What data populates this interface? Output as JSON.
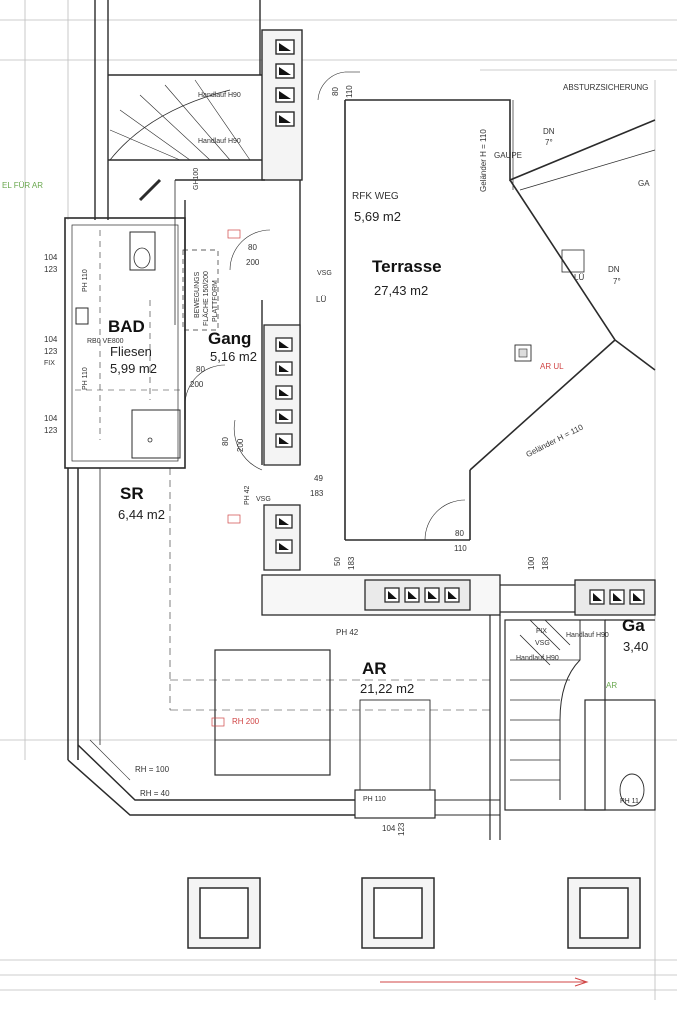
{
  "rooms": {
    "bad": {
      "name": "BAD",
      "finish": "Fliesen",
      "area": "5,99 m2"
    },
    "gang": {
      "name": "Gang",
      "area": "5,16 m2"
    },
    "sr": {
      "name": "SR",
      "area": "6,44 m2"
    },
    "terrasse": {
      "name": "Terrasse",
      "area": "27,43 m2"
    },
    "rfk": {
      "name": "RFK WEG",
      "area": "5,69 m2"
    },
    "ar": {
      "name": "AR",
      "area": "21,22 m2"
    },
    "ga": {
      "name": "Ga",
      "area": "3,40"
    }
  },
  "annotations": {
    "absturz": "ABSTURZSICHERUNG",
    "gaupe": "GAUPE",
    "dn1": "DN",
    "dn1_deg": "7°",
    "dn2": "DN",
    "dn2_deg": "7°",
    "ga_cut": "GA",
    "gelaender_top": "Geländer H = 110",
    "gelaender_diag": "Geländer H = 110",
    "handlauf_1": "Handlauf H90",
    "handlauf_2": "Handlauf H90",
    "handlauf_3": "Handlauf H90",
    "handlauf_4": "Handlauf H90",
    "gh100": "GH100",
    "bewegung_1": "BEWEGUNGS",
    "bewegung_2": "FLÄCHE 150/200",
    "bewegung_3": "PLATTFORM",
    "vsg_1": "VSG",
    "vsg_2": "VSG",
    "vsg_3": "VSG",
    "lu_1": "LÜ",
    "lu_2": "LÜ",
    "fix_1": "FIX",
    "fix_2": "FIX",
    "rb_ve": "RB0 VE800",
    "ph110_1": "PH 110",
    "ph110_2": "PH 110",
    "ph110_3": "PH 110",
    "ph110_4": "PH 11",
    "ph42_1": "PH 42",
    "ph42_2": "PH 42",
    "rh200": "RH 200",
    "rh100": "RH = 100",
    "rh40": "RH = 40",
    "ar_ul": "AR UL",
    "ar_small": "AR",
    "el_fur_ar": "EL FÜR AR"
  },
  "dimensions": {
    "d80_110_a": {
      "top": "80",
      "bottom": "110"
    },
    "d80_200_a": {
      "top": "80",
      "bottom": "200"
    },
    "d80_200_b": {
      "top": "80",
      "bottom": "200"
    },
    "d80_200_c": {
      "top": "80",
      "bottom": "200"
    },
    "d49_183": {
      "top": "49",
      "bottom": "183"
    },
    "d50_183": {
      "top": "50",
      "bottom": "183"
    },
    "d80_110_b": {
      "top": "80",
      "bottom": "110"
    },
    "d100_183": {
      "top": "100",
      "bottom": "183"
    },
    "d104_123_a": {
      "top": "104",
      "bottom": "123"
    },
    "d104_123_b": {
      "top": "104",
      "bottom": "123"
    },
    "d104_123_c": {
      "top": "104",
      "bottom": "123"
    },
    "d104_123_d": {
      "top": "104",
      "bottom": "123"
    }
  },
  "colors": {
    "line": "#2b2b2b",
    "light_line": "#9a9a9a",
    "annotation_red": "#d04545",
    "annotation_green": "#6aa84f"
  }
}
